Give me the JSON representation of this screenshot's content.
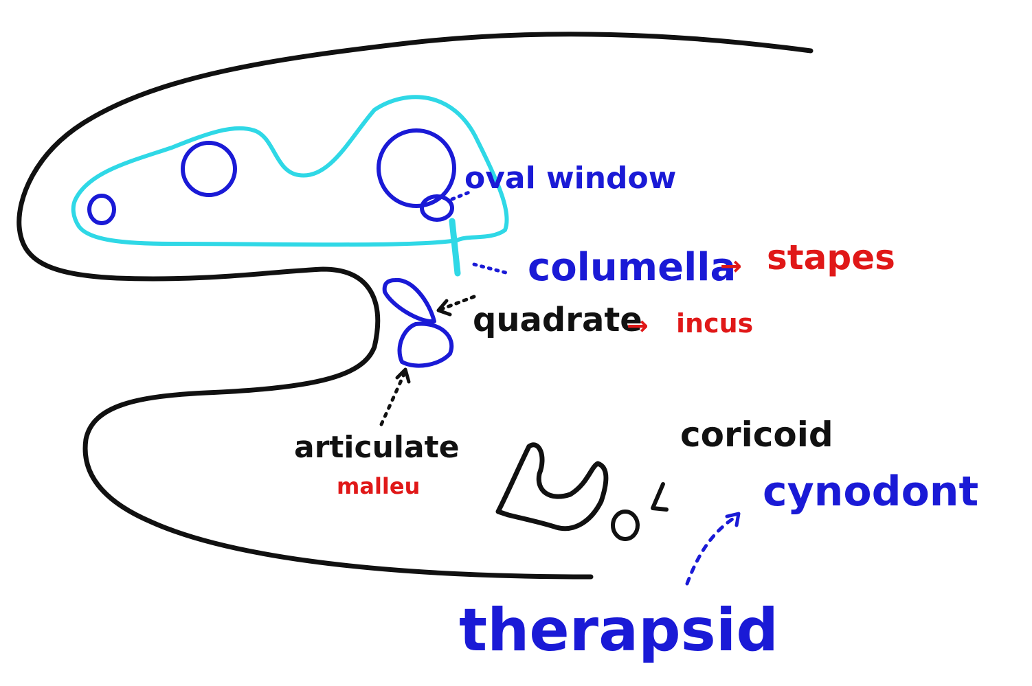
{
  "colors": {
    "skull_outline": "#111111",
    "cavity_outline": "#2fd8e6",
    "bone_outline": "#1a1ad6",
    "label_blue": "#1a1ad6",
    "label_black": "#111111",
    "label_red": "#e01818"
  },
  "labels": {
    "oval_window": "oval window",
    "columella": "columella",
    "stapes": "stapes",
    "quadrate": "quadrate",
    "incus": "incus",
    "articulate": "articulate",
    "malleu": "malleu",
    "coricoid": "coricoid",
    "cynodont": "cynodont",
    "therapsid": "therapsid"
  },
  "arrow_glyph": "→"
}
